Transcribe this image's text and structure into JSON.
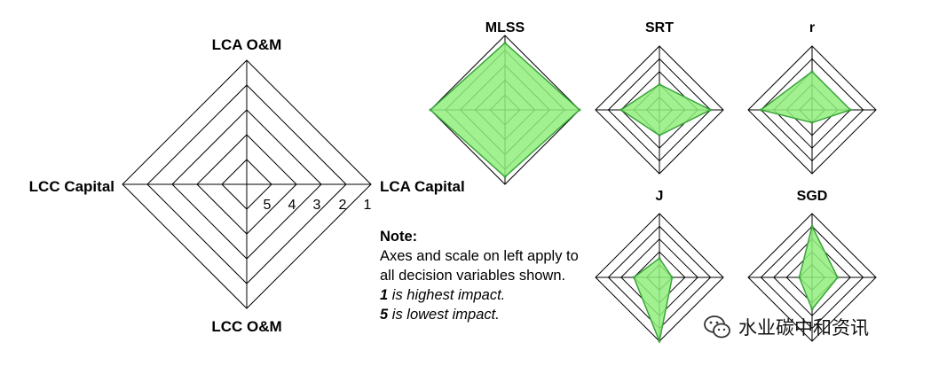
{
  "key_chart": {
    "axes": [
      "LCA O&M",
      "LCA Capital",
      "LCC O&M",
      "LCC Capital"
    ],
    "scale_ticks": [
      "5",
      "4",
      "3",
      "2",
      "1"
    ]
  },
  "note": {
    "heading": "Note:",
    "line1": "Axes and scale on left apply to all decision variables shown.",
    "line2_num": "1",
    "line2_rest": " is highest impact.",
    "line3_num": "5",
    "line3_rest": " is lowest impact."
  },
  "chart_data": [
    {
      "type": "radar",
      "title": "MLSS",
      "axes": [
        "LCA O&M",
        "LCA Capital",
        "LCC O&M",
        "LCC Capital"
      ],
      "values": [
        1.5,
        1,
        1.5,
        1
      ],
      "scale": [
        1,
        5
      ],
      "scale_note": "1 is highest impact"
    },
    {
      "type": "radar",
      "title": "SRT",
      "axes": [
        "LCA O&M",
        "LCA Capital",
        "LCC O&M",
        "LCC Capital"
      ],
      "values": [
        4,
        2,
        4,
        3
      ],
      "scale": [
        1,
        5
      ]
    },
    {
      "type": "radar",
      "title": "r",
      "axes": [
        "LCA O&M",
        "LCA Capital",
        "LCC O&M",
        "LCC Capital"
      ],
      "values": [
        3,
        3,
        5,
        2
      ],
      "scale": [
        1,
        5
      ]
    },
    {
      "type": "radar",
      "title": "J",
      "axes": [
        "LCA O&M",
        "LCA Capital",
        "LCC O&M",
        "LCC Capital"
      ],
      "values": [
        4.5,
        5,
        1,
        4
      ],
      "scale": [
        1,
        5
      ]
    },
    {
      "type": "radar",
      "title": "SGD",
      "axes": [
        "LCA O&M",
        "LCA Capital",
        "LCC O&M",
        "LCC Capital"
      ],
      "values": [
        2,
        4,
        3.5,
        5
      ],
      "scale": [
        1,
        5
      ]
    }
  ],
  "watermark": {
    "text": "水业碳中和资讯",
    "icon": "wechat-icon"
  }
}
